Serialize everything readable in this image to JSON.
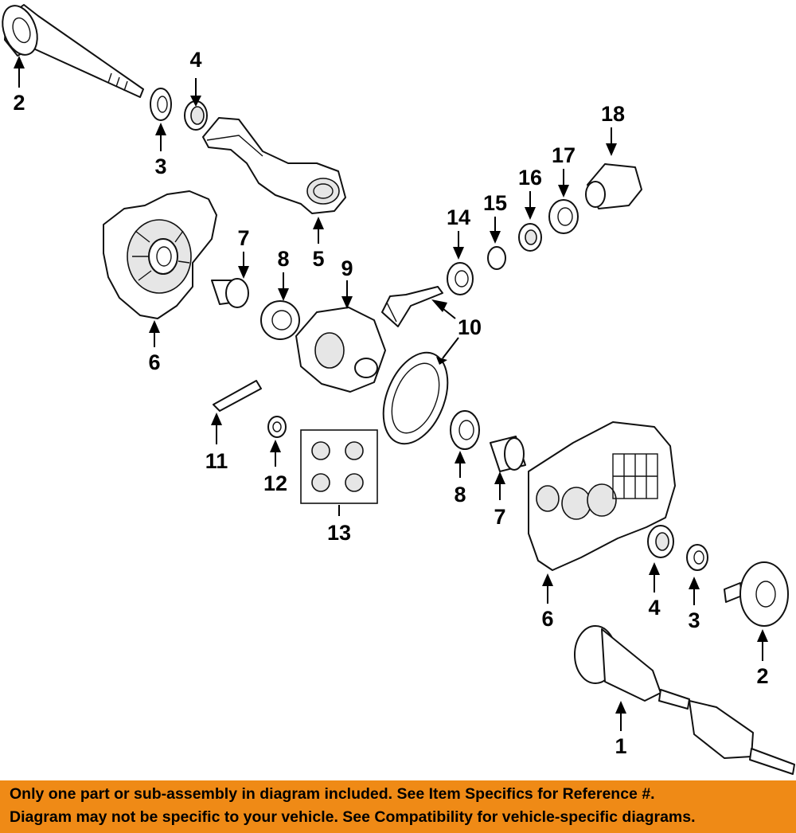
{
  "callouts": [
    "2",
    "4",
    "3",
    "18",
    "17",
    "16",
    "15",
    "14",
    "7",
    "8",
    "9",
    "5",
    "6",
    "10",
    "11",
    "12",
    "13",
    "8",
    "7",
    "6",
    "4",
    "3",
    "2",
    "1"
  ],
  "banner": {
    "line1": "Only one part or sub-assembly in diagram included. See Item Specifics for Reference #.",
    "line2": "Diagram may not be specific to your vehicle. See Compatibility for vehicle-specific diagrams."
  },
  "colors": {
    "banner_bg": "#ef8a16",
    "line_art": "#111111",
    "background": "#ffffff"
  }
}
